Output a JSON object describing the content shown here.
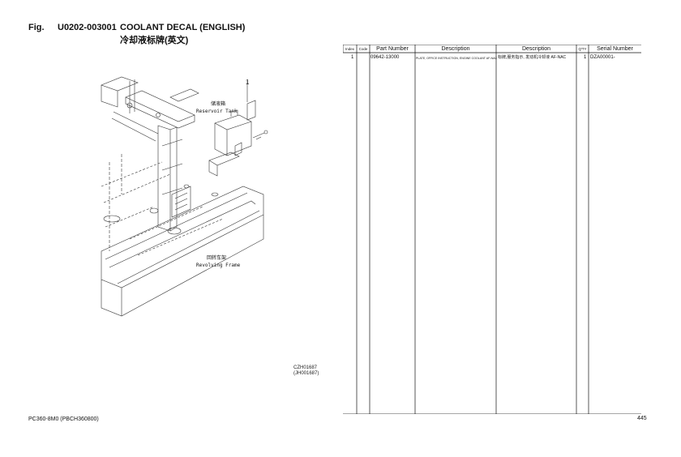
{
  "figure": {
    "label": "Fig.",
    "number": "U0202-003001",
    "title_en": "COOLANT DECAL (ENGLISH)",
    "title_zh": "冷却液标牌(英文)"
  },
  "drawing": {
    "callout": "1",
    "reservoir_tank_zh": "储液箱",
    "reservoir_tank_en": "Reservoir Tank",
    "revolving_frame_zh": "回转车架",
    "revolving_frame_en": "Revolving Frame",
    "ref_code_1": "CZH01687",
    "ref_code_2": "(JH001687)"
  },
  "table": {
    "headers": {
      "index": "Index",
      "code": "Code",
      "part_number": "Part Number",
      "description_en": "Description",
      "description_zh": "Description",
      "qty": "Q'TY",
      "serial_number": "Serial Number"
    },
    "rows": [
      {
        "index": "1",
        "code": "",
        "part_number": "09642-13000",
        "description_en": "PLATE, OFFICE INSTRUCTION, ENGINE COOLANT AF-NAC",
        "description_zh": "标牌,服务指示, 发动机冷却液 AF-NAC",
        "qty": "1",
        "serial_number": "DZA00001-"
      }
    ]
  },
  "footer": {
    "model": "PC360-8M0  (PBCH360800)",
    "page": "445"
  }
}
